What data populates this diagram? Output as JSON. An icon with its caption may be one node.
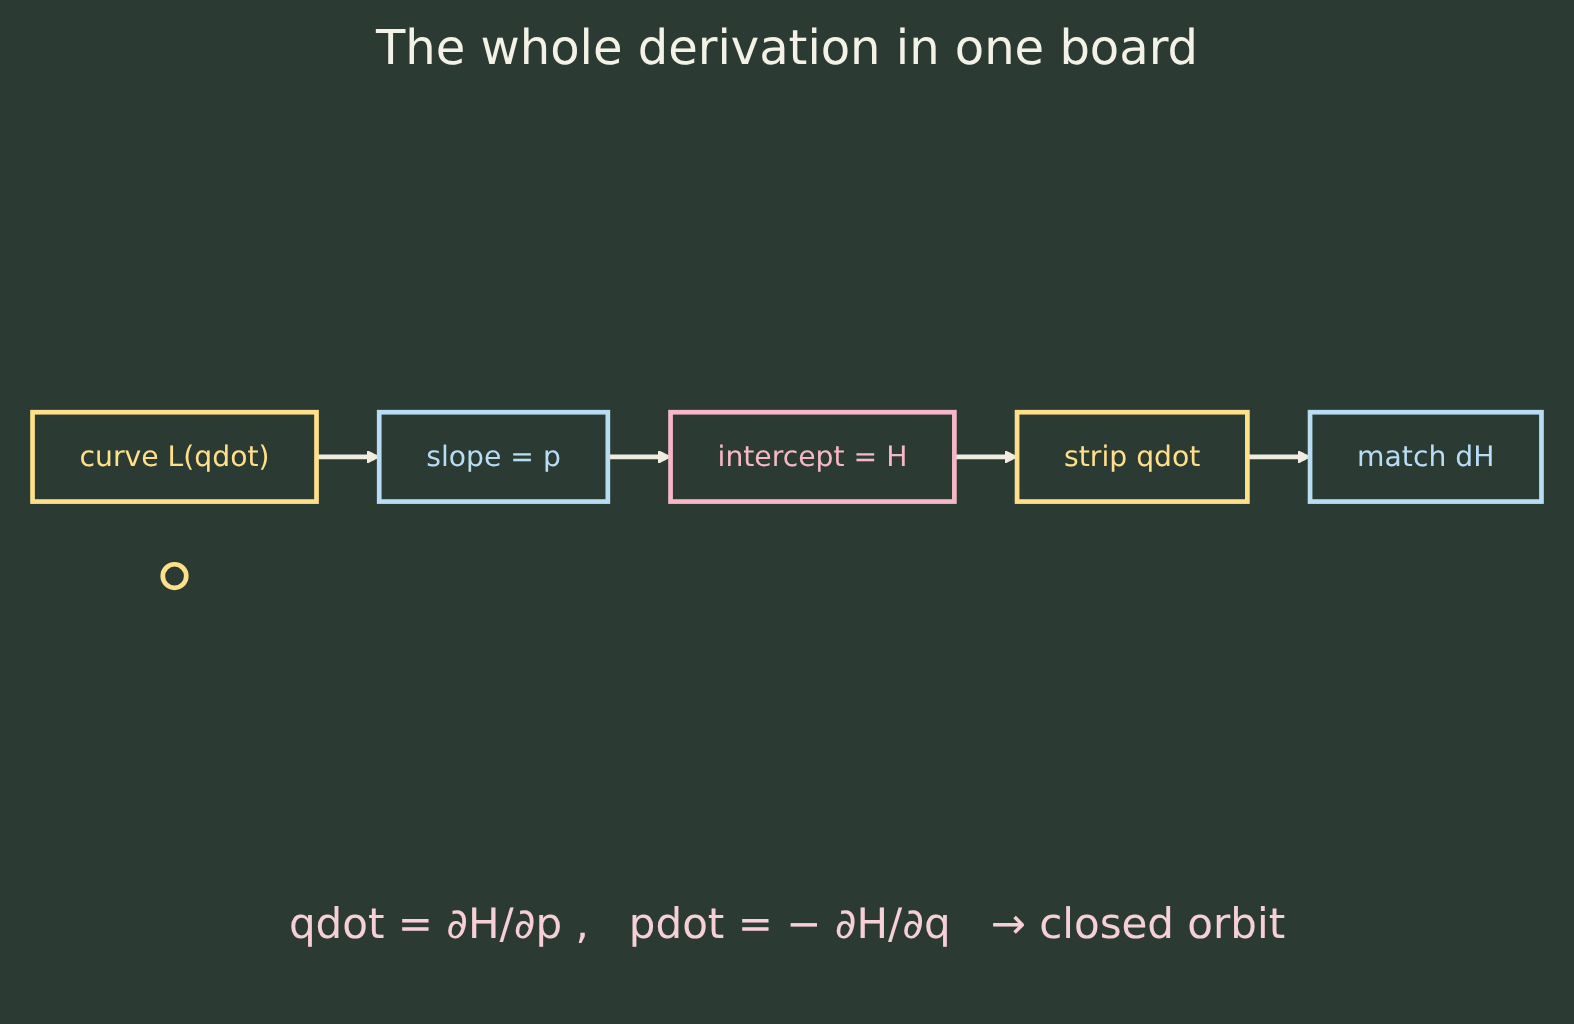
{
  "diagram": {
    "title": "The whole derivation in one board",
    "caption": "qdot = ∂H/∂p ,   pdot = − ∂H/∂q   → closed orbit",
    "nodes": [
      {
        "text": [
          "curve L(qdot)"
        ]
      },
      {
        "text": [
          "slope = p"
        ]
      },
      {
        "text": [
          "intercept = H"
        ]
      },
      {
        "text": [
          "strip qdot"
        ]
      },
      {
        "text": [
          "match dH"
        ]
      },
      {
        "text": [],
        "shape": "circle"
      }
    ],
    "edges": [
      {
        "from": 0,
        "to": 1,
        "arrow": "to"
      },
      {
        "from": 1,
        "to": 2,
        "arrow": "to"
      },
      {
        "from": 2,
        "to": 3,
        "arrow": "to"
      },
      {
        "from": 3,
        "to": 4,
        "arrow": "to"
      }
    ]
  }
}
